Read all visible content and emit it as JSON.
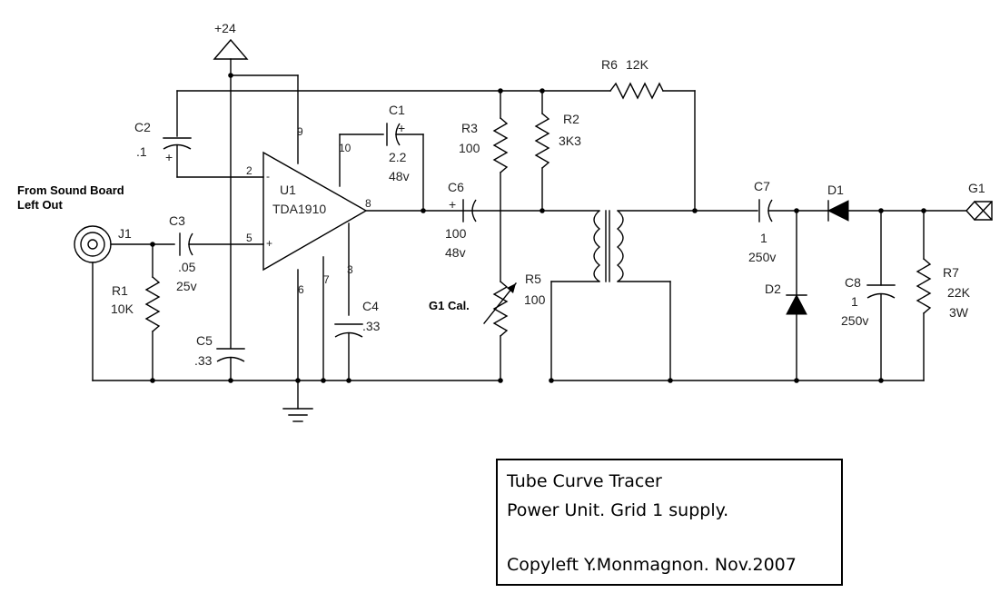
{
  "labels": {
    "supply": "+24",
    "source_1": "From Sound Board",
    "source_2": "Left Out",
    "j1": "J1",
    "r1": "R1",
    "r1_val": "10K",
    "c2": "C2",
    "c2_val": ".1",
    "c3": "C3",
    "c3_val": ".05",
    "c3_v": "25v",
    "c5": "C5",
    "c5_val": ".33",
    "u1": "U1",
    "u1_part": "TDA1910",
    "c1": "C1",
    "c1_val": "2.2",
    "c1_v": "48v",
    "c4": "C4",
    "c4_val": ".33",
    "c6": "C6",
    "c6_val": "100",
    "c6_v": "48v",
    "r3": "R3",
    "r3_val": "100",
    "r2": "R2",
    "r2_val": "3K3",
    "r5": "R5",
    "r5_val": "100",
    "g1cal": "G1 Cal.",
    "r6": "R6",
    "r6_val": "12K",
    "c7": "C7",
    "c7_val": "1",
    "c7_v": "250v",
    "d1": "D1",
    "d2": "D2",
    "c8": "C8",
    "c8_val": "1",
    "c8_v": "250v",
    "r7": "R7",
    "r7_val": "22K",
    "r7_w": "3W",
    "g1": "G1"
  },
  "pins": {
    "p9": "9",
    "p10": "10",
    "p2": "2",
    "p5": "5",
    "p8": "8",
    "p6": "6",
    "p7": "7",
    "p3": "3",
    "ip2": "-",
    "ip5": "+",
    "c2_pol": "+",
    "c1_pol": "+",
    "c6_pol": "+"
  },
  "title_block": {
    "line1": "Tube Curve Tracer",
    "line2": "Power Unit.  Grid 1 supply.",
    "line3": "Copyleft Y.Monmagnon. Nov.2007"
  }
}
